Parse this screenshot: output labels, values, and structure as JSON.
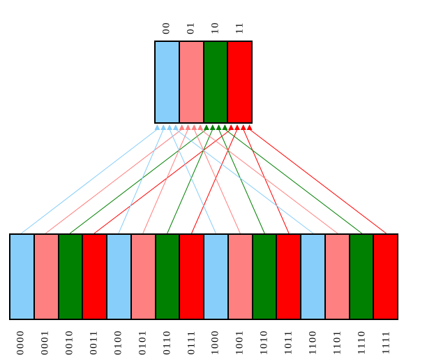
{
  "diagram": {
    "palette": {
      "blue": "#87CEFA",
      "pink": "#FF8080",
      "green": "#008000",
      "red": "#FF0000"
    },
    "top_row": {
      "cells": [
        {
          "label": "00",
          "color": "#87CEFA"
        },
        {
          "label": "01",
          "color": "#FF8080"
        },
        {
          "label": "10",
          "color": "#008000"
        },
        {
          "label": "11",
          "color": "#FF0000"
        }
      ]
    },
    "bottom_row": {
      "cells": [
        {
          "label": "0000",
          "color": "#87CEFA",
          "maps_to": "00"
        },
        {
          "label": "0001",
          "color": "#FF8080",
          "maps_to": "01"
        },
        {
          "label": "0010",
          "color": "#008000",
          "maps_to": "10"
        },
        {
          "label": "0011",
          "color": "#FF0000",
          "maps_to": "11"
        },
        {
          "label": "0100",
          "color": "#87CEFA",
          "maps_to": "00"
        },
        {
          "label": "0101",
          "color": "#FF8080",
          "maps_to": "01"
        },
        {
          "label": "0110",
          "color": "#008000",
          "maps_to": "10"
        },
        {
          "label": "0111",
          "color": "#FF0000",
          "maps_to": "11"
        },
        {
          "label": "1000",
          "color": "#87CEFA",
          "maps_to": "00"
        },
        {
          "label": "1001",
          "color": "#FF8080",
          "maps_to": "01"
        },
        {
          "label": "1010",
          "color": "#008000",
          "maps_to": "10"
        },
        {
          "label": "1011",
          "color": "#FF0000",
          "maps_to": "11"
        },
        {
          "label": "1100",
          "color": "#87CEFA",
          "maps_to": "00"
        },
        {
          "label": "1101",
          "color": "#FF8080",
          "maps_to": "01"
        },
        {
          "label": "1110",
          "color": "#008000",
          "maps_to": "10"
        },
        {
          "label": "1111",
          "color": "#FF0000",
          "maps_to": "11"
        }
      ]
    }
  }
}
